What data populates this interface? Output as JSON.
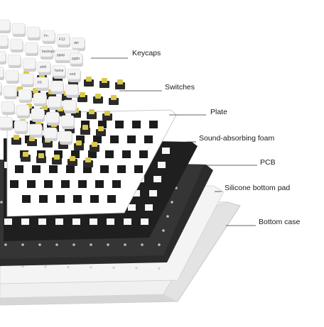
{
  "colors": {
    "keycap": "#f4f4f4",
    "keycap_shadow": "#cfcfcf",
    "switch_housing": "#2b2b2b",
    "switch_stem": "#d9c94a",
    "plate": "#ffffff",
    "foam": "#222222",
    "pcb": "#2a2a2a",
    "bottom_pad": "#f3f3f3",
    "bottom_case": "#e6e6e6",
    "leader_line": "#333333",
    "label_text": "#1a1a1a"
  },
  "keycap_legends": [
    "Fn",
    "F12",
    "del",
    "backspace",
    "pgup",
    "pgdn",
    "shift",
    "home",
    "end",
    "F5"
  ],
  "labels": [
    {
      "id": "keycaps",
      "text": "Keycaps"
    },
    {
      "id": "switches",
      "text": "Switches"
    },
    {
      "id": "plate",
      "text": "Plate"
    },
    {
      "id": "foam",
      "text": "Sound-absorbing foam"
    },
    {
      "id": "pcb",
      "text": "PCB"
    },
    {
      "id": "pad",
      "text": "Silicone bottom pad"
    },
    {
      "id": "case",
      "text": "Bottom case"
    }
  ]
}
